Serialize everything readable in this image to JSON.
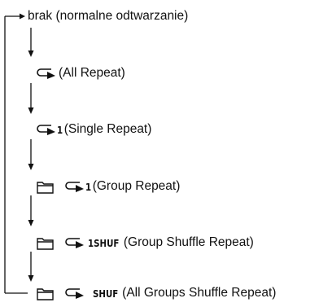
{
  "modes": [
    {
      "label": "brak (normalne odtwarzanie)",
      "tag": "",
      "icons": []
    },
    {
      "label": "(All Repeat)",
      "tag": "",
      "icons": [
        "repeat-icon"
      ]
    },
    {
      "label": "(Single Repeat)",
      "tag": "1",
      "icons": [
        "repeat-icon"
      ]
    },
    {
      "label": "(Group Repeat)",
      "tag": "1",
      "icons": [
        "folder-icon",
        "repeat-icon"
      ]
    },
    {
      "label": " (Group Shuffle Repeat)",
      "tag": "1SHUF",
      "icons": [
        "folder-icon",
        "repeat-icon"
      ]
    },
    {
      "label": "(All Groups Shuffle Repeat)",
      "tag": "SHUF",
      "icons": [
        "folder-icon",
        "repeat-icon"
      ]
    }
  ],
  "colors": {
    "line": "#111111",
    "text": "#111111"
  }
}
